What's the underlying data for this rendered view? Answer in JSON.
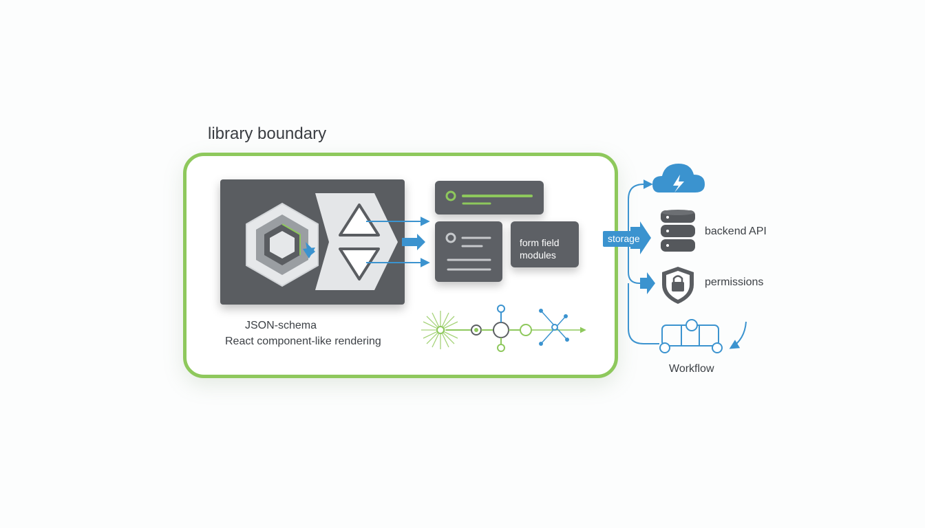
{
  "diagram": {
    "boundary_title": "library boundary",
    "caption_line1": "JSON-schema",
    "caption_line2": "React component-like rendering",
    "field_card_label": "form field modules",
    "storage_label": "storage",
    "backend_label": "backend API",
    "permissions_label": "permissions",
    "workflow_label": "Workflow"
  },
  "icons": {
    "engine": "hexagon-logo-icon",
    "swap": "up-down-triangles-icon",
    "cloud": "cloud-lightning-icon",
    "database": "database-icon",
    "shield": "shield-lock-icon",
    "workflow": "workflow-nodes-icon"
  },
  "colors": {
    "boundary": "#8ec85c",
    "accent_blue": "#3b93cf",
    "panel_gray": "#5a5d61",
    "lime": "#8ec85c"
  }
}
